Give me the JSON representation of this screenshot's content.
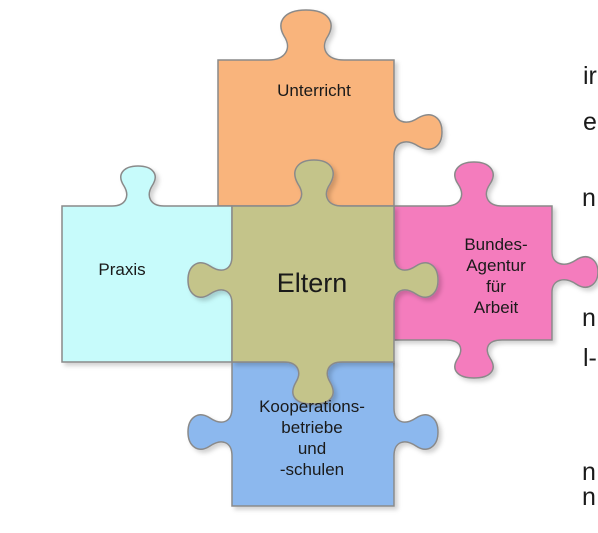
{
  "left_text_fragments": [
    "ir",
    "e",
    "n",
    "n",
    "l-",
    "n",
    "n,"
  ],
  "pieces": {
    "top": {
      "lines": [
        "Unterricht"
      ],
      "color": "#f9b47b"
    },
    "left": {
      "lines": [
        "Praxis"
      ],
      "color": "#c7fbfb"
    },
    "center": {
      "lines": [
        "Eltern"
      ],
      "color": "#c4c48a"
    },
    "right": {
      "lines": [
        "Bundes-",
        "Agentur",
        "für",
        "Arbeit"
      ],
      "color": "#f47bbd"
    },
    "bottom": {
      "lines": [
        "Kooperations-",
        "betriebe",
        "und",
        "-schulen"
      ],
      "color": "#8cb8ee"
    }
  },
  "outline_color": "#8a8a8a"
}
